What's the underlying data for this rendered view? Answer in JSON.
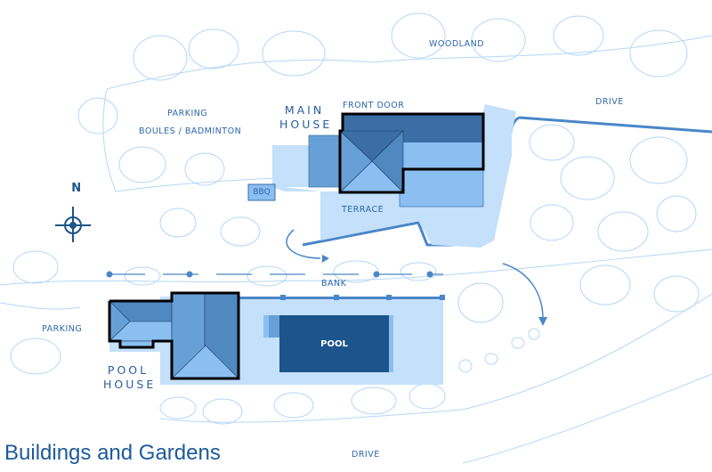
{
  "title": "Buildings and Gardens",
  "labels": {
    "woodland": "WOODLAND",
    "drive_top": "DRIVE",
    "drive_bottom": "DRIVE",
    "parking_top": "PARKING",
    "boules": "BOULES / BADMINTON",
    "main_house_1": "MAIN",
    "main_house_2": "HOUSE",
    "front_door": "FRONT DOOR",
    "bbq": "BBQ",
    "terrace": "TERRACE",
    "bank": "BANK",
    "parking_left": "PARKING",
    "pool": "POOL",
    "pool_house_1": "POOL",
    "pool_house_2": "HOUSE"
  },
  "compass": {
    "north_label": "N"
  },
  "colors": {
    "light": "#c4e0fb",
    "mid": "#8bbff2",
    "medium": "#67a0d6",
    "dark": "#3a6ea5",
    "pool": "#1c548b",
    "tree": "#b5d6f7",
    "road": "#4a86c8"
  }
}
